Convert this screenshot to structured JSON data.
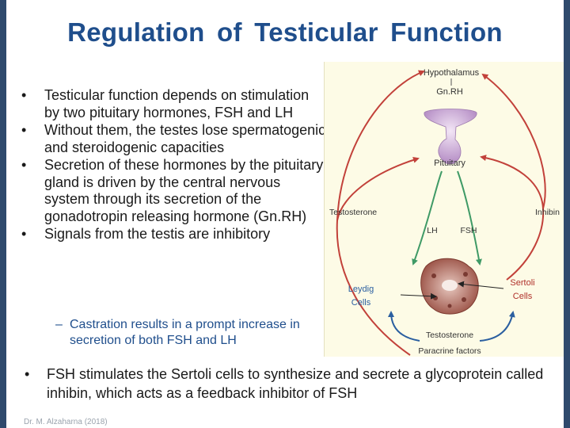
{
  "slide": {
    "title": "Regulation  of  Testicular  Function",
    "bullets": [
      "Testicular function depends on stimulation by two pituitary hormones, FSH and LH",
      "Without them, the testes lose spermatogenic and steroidogenic capacities",
      "Secretion of these hormones by the pituitary gland is driven by the central nervous system through its secretion of the gonadotropin releasing hormone (Gn.RH)",
      "Signals from the testis are inhibitory"
    ],
    "sub_bullet": "Castration results in a prompt increase in secretion of both FSH and LH",
    "bottom_bullet": "FSH stimulates the Sertoli cells to synthesize and secrete a glycoprotein called inhibin, which acts as a feedback inhibitor of FSH",
    "footer": "Dr. M. Alzaharna (2018)"
  },
  "figure": {
    "hypothalamus": "Hypothalamus",
    "gnrh": "Gn.RH",
    "pituitary": "Pituitary",
    "testosterone": "Testosterone",
    "inhibin": "Inhibin",
    "lh": "LH",
    "fsh": "FSH",
    "leydig": [
      "Leydig",
      "Cells"
    ],
    "sertoli": [
      "Sertoli",
      "Cells"
    ],
    "testosterone_lower": "Testosterone",
    "paracrine": "Paracrine factors",
    "colors": {
      "arrow_red": "#c2413a",
      "arrow_green": "#3f9a66",
      "arrow_blue": "#2b5fa0",
      "label_red": "#b0302a",
      "text_dark": "#333333"
    }
  }
}
